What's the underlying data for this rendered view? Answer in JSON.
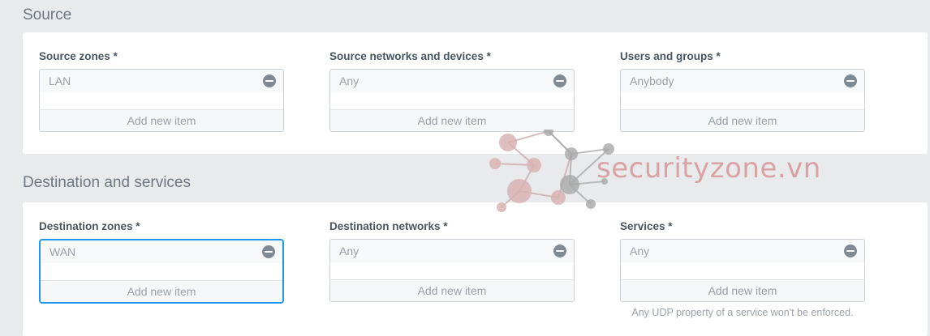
{
  "watermark": {
    "text": "securityzone.vn",
    "color": "#d9a2a4",
    "icon": "network-nodes-icon"
  },
  "sections": [
    {
      "id": "source",
      "title": "Source",
      "fields": [
        {
          "label": "Source zones *",
          "item": "LAN",
          "add_label": "Add new item",
          "remove_icon": "minus-circle-icon",
          "focused": false,
          "hint": ""
        },
        {
          "label": "Source networks and devices *",
          "item": "Any",
          "add_label": "Add new item",
          "remove_icon": "minus-circle-icon",
          "focused": false,
          "hint": ""
        },
        {
          "label": "Users and groups *",
          "item": "Anybody",
          "add_label": "Add new item",
          "remove_icon": "minus-circle-icon",
          "focused": false,
          "hint": ""
        }
      ]
    },
    {
      "id": "destination",
      "title": "Destination and services",
      "fields": [
        {
          "label": "Destination zones *",
          "item": "WAN",
          "add_label": "Add new item",
          "remove_icon": "minus-circle-icon",
          "focused": true,
          "hint": ""
        },
        {
          "label": "Destination networks *",
          "item": "Any",
          "add_label": "Add new item",
          "remove_icon": "minus-circle-icon",
          "focused": false,
          "hint": ""
        },
        {
          "label": "Services *",
          "item": "Any",
          "add_label": "Add new item",
          "remove_icon": "minus-circle-icon",
          "focused": false,
          "hint": "Any UDP property of a service won't be enforced."
        }
      ]
    }
  ],
  "colors": {
    "page_background": "#e9eaec",
    "panel_background": "#ffffff",
    "focus_border": "#2196ef",
    "label_text": "#4a5560",
    "muted_text": "#9aa1a8",
    "heading_text": "#6f7780"
  }
}
